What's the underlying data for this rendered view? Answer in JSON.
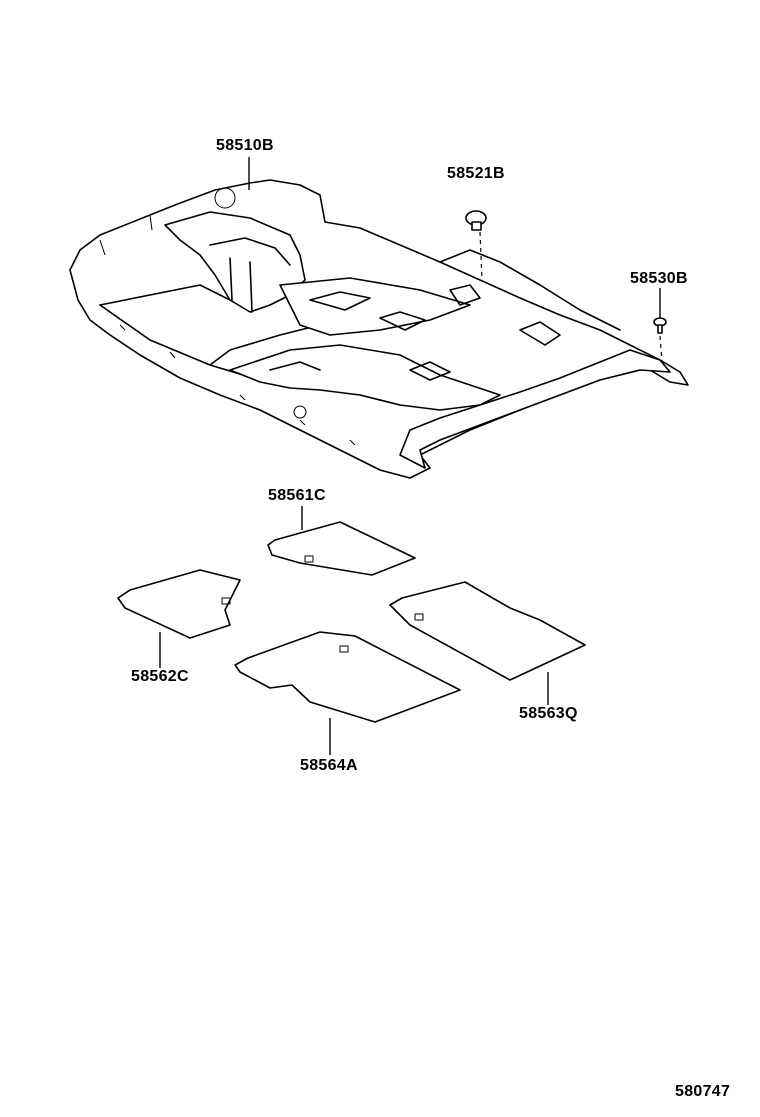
{
  "parts": {
    "carpet_main": "58510B",
    "clip": "58521B",
    "screw": "58530B",
    "mat_front_right": "58561C",
    "mat_front_left": "58562C",
    "mat_rear_right": "58563Q",
    "mat_rear_left": "58564A"
  },
  "diagram_code": "580747"
}
